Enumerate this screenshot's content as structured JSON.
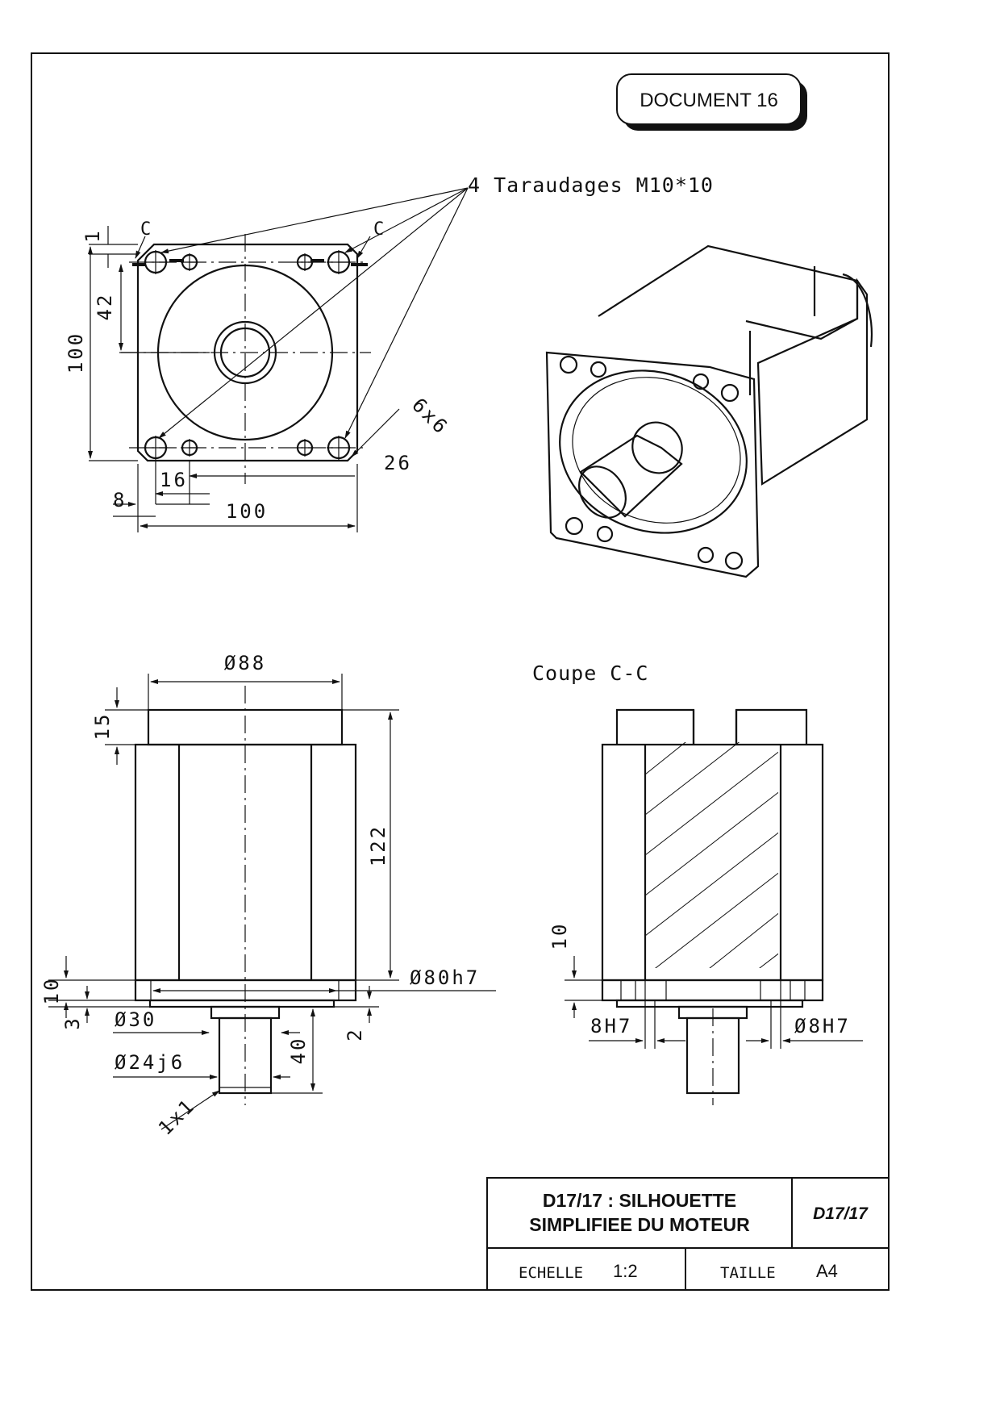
{
  "document_badge": "DOCUMENT 16",
  "callouts": {
    "tapped_holes": "4 Taraudages M10*10",
    "section_label": "Coupe C-C",
    "section_mark_left": "C",
    "section_mark_right": "C"
  },
  "dimensions": {
    "front_view": {
      "d1": "1",
      "d42": "42",
      "d100_vertical": "100",
      "chamfer": "6x6",
      "d26": "26",
      "d16": "16",
      "d8": "8",
      "d100_horizontal": "100"
    },
    "side_view": {
      "dia88": "Ø88",
      "d15": "15",
      "d122": "122",
      "dia80": "Ø80h7",
      "d10": "10",
      "d3": "3",
      "dia30": "Ø30",
      "d2": "2",
      "d40": "40",
      "dia24": "Ø24j6",
      "chamfer": "1x1"
    },
    "section_view": {
      "d10": "10",
      "bore_left": "8H7",
      "bore_right": "Ø8H7"
    }
  },
  "title_block": {
    "title_line1": "D17/17 : SILHOUETTE",
    "title_line2": "SIMPLIFIEE DU MOTEUR",
    "reference": "D17/17",
    "scale_label": "ECHELLE",
    "scale_value": "1:2",
    "size_label": "TAILLE",
    "size_value": "A4"
  }
}
